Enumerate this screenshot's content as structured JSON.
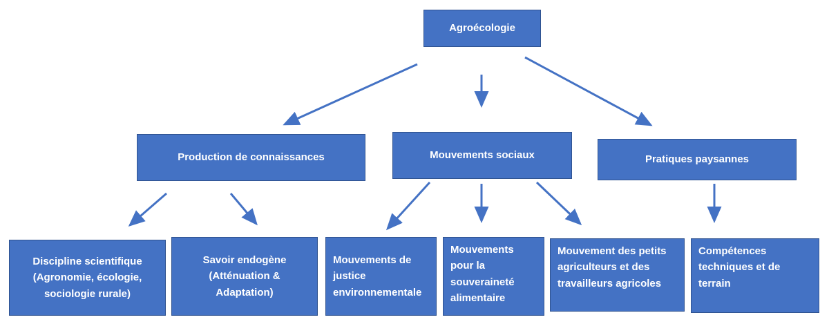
{
  "diagram": {
    "root": {
      "label": "Agroécologie"
    },
    "level1": [
      {
        "label": "Production de connaissances"
      },
      {
        "label": "Mouvements sociaux"
      },
      {
        "label": "Pratiques paysannes"
      }
    ],
    "level2": [
      {
        "label": "Discipline scientifique\n(Agronomie, écologie,\nsociologie rurale)"
      },
      {
        "label": "Savoir endogène\n(Atténuation &\nAdaptation)"
      },
      {
        "label": "Mouvements de\njustice\nenvironnementale"
      },
      {
        "label": "Mouvements\npour la\nsouveraineté\nalimentaire"
      },
      {
        "label": "Mouvement des petits\nagriculteurs et des\ntravailleurs agricoles"
      },
      {
        "label": "Compétences\ntechniques et de\nterrain"
      }
    ],
    "colors": {
      "box_fill": "#4472c4",
      "box_border": "#2f528f",
      "text": "#ffffff",
      "arrow": "#4472c4"
    }
  }
}
